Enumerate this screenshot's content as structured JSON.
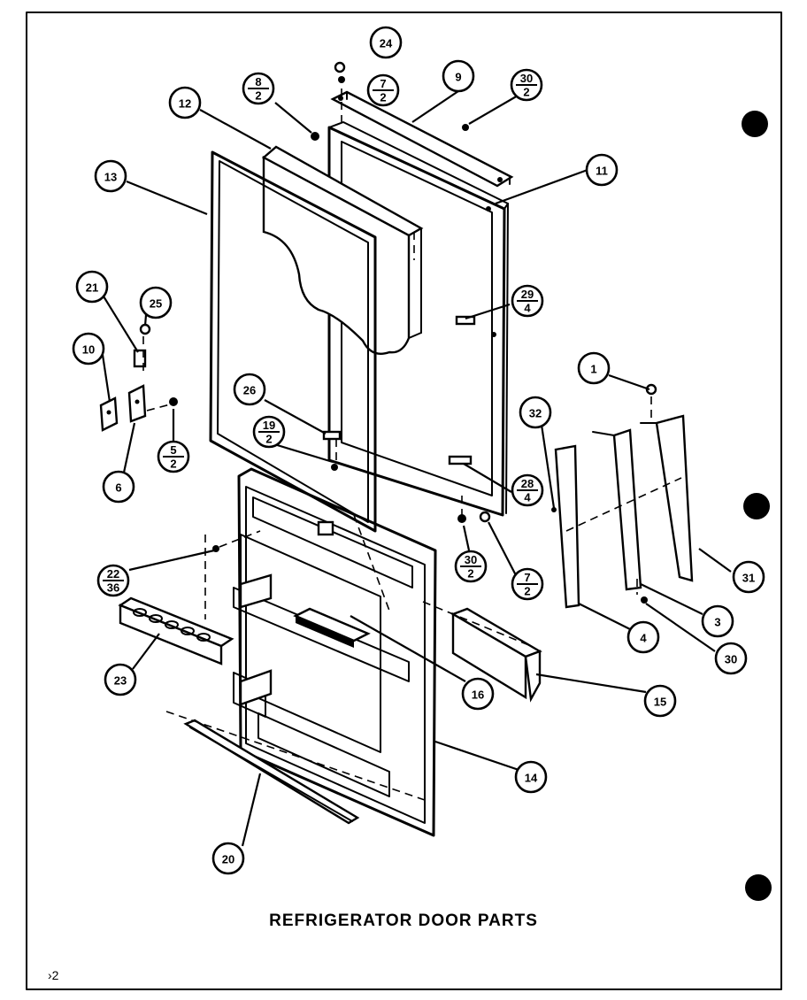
{
  "caption": "REFRIGERATOR DOOR PARTS",
  "page_mark": "2",
  "callouts": [
    {
      "id": "c1",
      "top": "1"
    },
    {
      "id": "c3",
      "top": "3"
    },
    {
      "id": "c4",
      "top": "4"
    },
    {
      "id": "c5",
      "top": "5",
      "bottom": "2"
    },
    {
      "id": "c6",
      "top": "6"
    },
    {
      "id": "c7a",
      "top": "7",
      "bottom": "2"
    },
    {
      "id": "c7b",
      "top": "7",
      "bottom": "2"
    },
    {
      "id": "c8",
      "top": "8",
      "bottom": "2"
    },
    {
      "id": "c9",
      "top": "9"
    },
    {
      "id": "c10",
      "top": "10"
    },
    {
      "id": "c11",
      "top": "11"
    },
    {
      "id": "c12",
      "top": "12"
    },
    {
      "id": "c13",
      "top": "13"
    },
    {
      "id": "c14",
      "top": "14"
    },
    {
      "id": "c15",
      "top": "15"
    },
    {
      "id": "c16",
      "top": "16"
    },
    {
      "id": "c19",
      "top": "19",
      "bottom": "2"
    },
    {
      "id": "c20",
      "top": "20"
    },
    {
      "id": "c21",
      "top": "21"
    },
    {
      "id": "c22",
      "top": "22",
      "bottom": "36"
    },
    {
      "id": "c23",
      "top": "23"
    },
    {
      "id": "c24",
      "top": "24"
    },
    {
      "id": "c25",
      "top": "25"
    },
    {
      "id": "c26",
      "top": "26"
    },
    {
      "id": "c28",
      "top": "28",
      "bottom": "4"
    },
    {
      "id": "c29",
      "top": "29",
      "bottom": "4"
    },
    {
      "id": "c30a",
      "top": "30",
      "bottom": "2"
    },
    {
      "id": "c30b",
      "top": "30",
      "bottom": "2"
    },
    {
      "id": "c30c",
      "top": "30"
    },
    {
      "id": "c31",
      "top": "31"
    },
    {
      "id": "c32",
      "top": "32"
    }
  ]
}
